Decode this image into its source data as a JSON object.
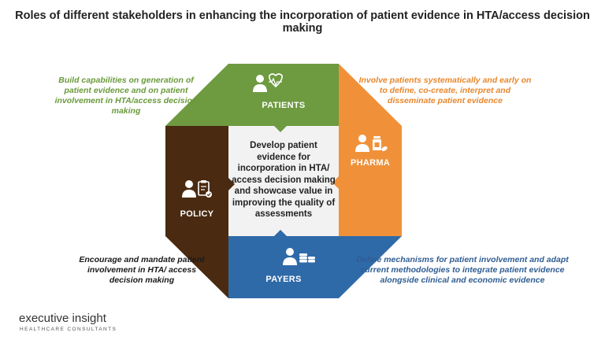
{
  "title": "Roles of different stakeholders in enhancing the incorporation of patient evidence in HTA/access decision making",
  "center": {
    "text": "Develop patient evidence for incorporation in HTA/ access decision making and showcase value in improving the quality of assessments"
  },
  "segments": {
    "patients": {
      "label": "PATIENTS",
      "icon": "person-heartbeat-icon",
      "color": "#6e9a40",
      "description": "Build capabilities on generation of patient evidence and on patient involvement in HTA/access decision making"
    },
    "pharma": {
      "label": "PHARMA",
      "icon": "person-medicine-icon",
      "color": "#f0913a",
      "description": "Involve patients systematically and early on to define, co-create, interpret and disseminate patient evidence"
    },
    "policy": {
      "label": "POLICY",
      "icon": "person-clipboard-icon",
      "color": "#4a2a10",
      "description": "Encourage and mandate patient involvement in HTA/ access decision making"
    },
    "payers": {
      "label": "PAYERS",
      "icon": "person-coins-icon",
      "color": "#2f6aa8",
      "description": "Define mechanisms for patient involvement and adapt current methodologies to integrate patient evidence alongside clinical and economic evidence"
    }
  },
  "logo": {
    "name": "executive insight",
    "tagline": "HEALTHCARE CONSULTANTS"
  }
}
